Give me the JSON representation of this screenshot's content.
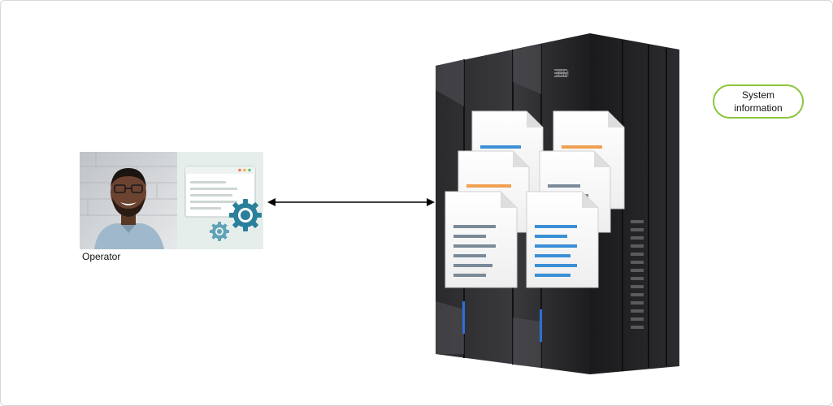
{
  "operator": {
    "label": "Operator"
  },
  "mainframe": {
    "brand": "IBM"
  },
  "info_badge": {
    "line1": "System",
    "line2": "information"
  },
  "colors": {
    "badge_border": "#8cc63f",
    "doc_blue": "#3b8fd6",
    "doc_orange": "#f0a050",
    "doc_grey": "#7a8a99",
    "gear_teal": "#2a7f9a",
    "frame_dark": "#1f1f21"
  },
  "icons": [
    "operator-photo",
    "settings-window-icon",
    "gear-icon",
    "document-icon",
    "double-arrow-icon",
    "mainframe-icon"
  ]
}
